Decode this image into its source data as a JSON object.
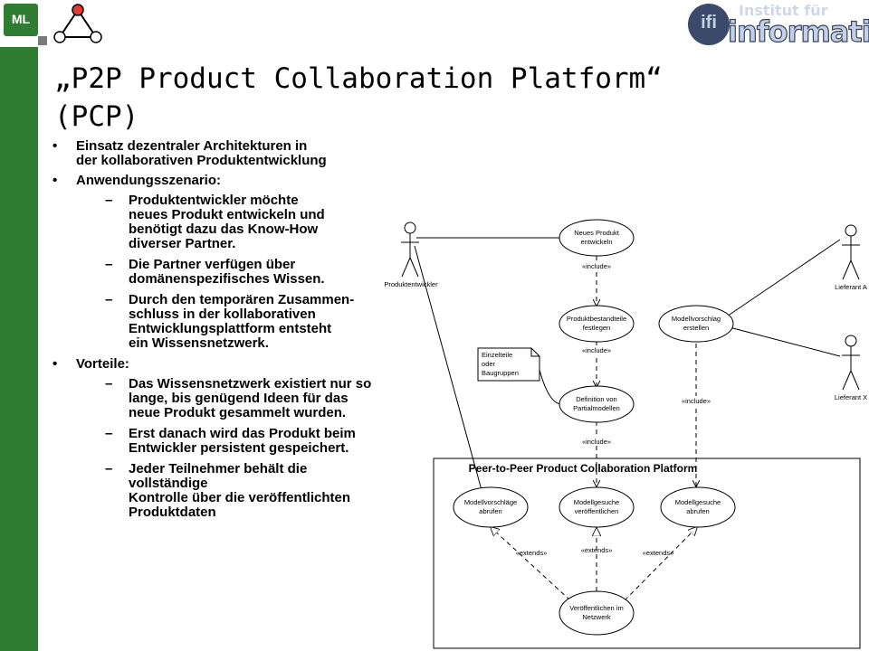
{
  "header": {
    "left_logo_text": "ML",
    "institute_logo": {
      "line1": "Institut für",
      "line2": "informatik",
      "badge": "ifi"
    }
  },
  "slide": {
    "title_line1": "„P2P Product Collaboration Platform“",
    "title_line2": "(PCP)",
    "bullets": [
      {
        "level": 1,
        "mark": "•",
        "lines": [
          "Einsatz dezentraler Architekturen in",
          "der kollaborativen Produktentwicklung"
        ]
      },
      {
        "level": 1,
        "mark": "•",
        "lines": [
          "Anwendungsszenario:"
        ]
      },
      {
        "level": 2,
        "mark": "–",
        "lines": [
          "Produktentwickler möchte",
          "neues Produkt entwickeln und",
          "benötigt dazu das Know-How",
          "diverser Partner."
        ]
      },
      {
        "level": 2,
        "mark": "–",
        "lines": [
          "Die Partner verfügen über",
          "domänenspezifisches Wissen."
        ]
      },
      {
        "level": 2,
        "mark": "–",
        "lines": [
          "Durch den temporären Zusammen-",
          "schluss in der kollaborativen",
          "Entwicklungsplattform entsteht",
          "ein Wissensnetzwerk."
        ]
      },
      {
        "level": 1,
        "mark": "•",
        "lines": [
          "Vorteile:"
        ]
      },
      {
        "level": 2,
        "mark": "–",
        "lines": [
          "Das Wissensnetzwerk existiert nur so",
          "lange, bis genügend Ideen für das",
          "neue Produkt gesammelt wurden."
        ]
      },
      {
        "level": 2,
        "mark": "–",
        "lines": [
          "Erst danach wird das Produkt beim",
          "Entwickler persistent gespeichert."
        ]
      },
      {
        "level": 2,
        "mark": "–",
        "lines": [
          "Jeder Teilnehmer behält die",
          "vollständige",
          "Kontrolle über die veröffentlichten",
          "Produktdaten"
        ]
      }
    ]
  },
  "diagram": {
    "system_title": "Peer-to-Peer Product Collaboration Platform",
    "actors": {
      "developer": "Produktentwickler",
      "supplier_a": "Lieferant A",
      "supplier_x": "Lieferant X"
    },
    "use_cases": {
      "neues_produkt": [
        "Neues Produkt",
        "entwickeln"
      ],
      "produktbestandteile": [
        "Produktbestandteile",
        "festlegen"
      ],
      "modellvorschlag": [
        "Modellvorschlag",
        "erstellen"
      ],
      "definition": [
        "Definition von",
        "Partialmodellen"
      ],
      "mv_abrufen": [
        "Modellvorschläge",
        "abrufen"
      ],
      "mg_veroeffentlichen": [
        "Modellgesuche",
        "veröffentlichen"
      ],
      "mg_abrufen": [
        "Modellgesuche",
        "abrufen"
      ],
      "veroeffentlichen": [
        "Veröffentlichen im",
        "Netzwerk"
      ]
    },
    "note": [
      "Einzelteile",
      "oder",
      "Baugruppen"
    ],
    "stereotypes": {
      "include": "«include»",
      "extends": "«extends»"
    }
  }
}
